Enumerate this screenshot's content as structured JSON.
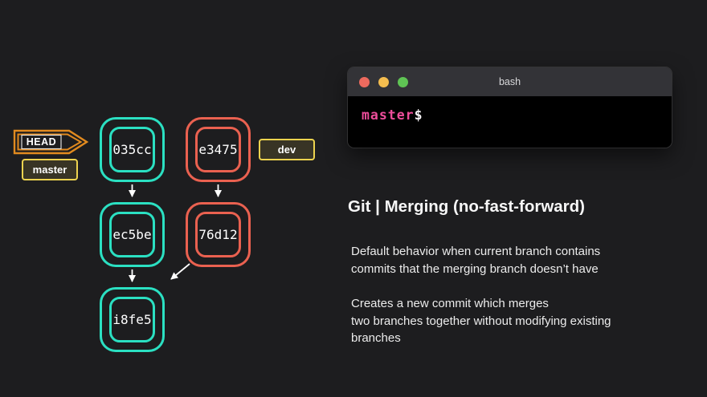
{
  "colors": {
    "bg": "#1d1d1f",
    "teal": "#2be0c2",
    "orange": "#ea6150",
    "yellow": "#edd34f",
    "head-orange": "#e18a1f",
    "arrow": "#ffffff",
    "titlebar": "#333337",
    "terminal-bg": "#000000",
    "dot-red": "#ed6a5e",
    "dot-yellow": "#f4bd4f",
    "dot-green": "#5fc454",
    "prompt-pink": "#ee4d9b"
  },
  "graph": {
    "head_label": "HEAD",
    "branches": {
      "master": "master",
      "dev": "dev"
    },
    "nodes": [
      {
        "label": "035cc",
        "branch": "master"
      },
      {
        "label": "e3475",
        "branch": "dev"
      },
      {
        "label": "ec5be",
        "branch": "master"
      },
      {
        "label": "76d12",
        "branch": "dev"
      },
      {
        "label": "i8fe5",
        "branch": "master"
      }
    ],
    "edges": [
      {
        "from": "035cc",
        "to": "ec5be"
      },
      {
        "from": "e3475",
        "to": "76d12"
      },
      {
        "from": "ec5be",
        "to": "i8fe5"
      },
      {
        "from": "76d12",
        "to": "i8fe5"
      }
    ]
  },
  "terminal": {
    "title": "bash",
    "prompt": {
      "branch": "master",
      "symbol": "$"
    }
  },
  "content": {
    "heading": "Git | Merging (no-fast-forward)",
    "paragraphs": [
      {
        "lines": [
          "Default behavior when current branch contains",
          "commits that the merging branch doesn’t have"
        ]
      },
      {
        "lines": [
          "Creates a new commit which merges",
          "two branches together without modifying existing",
          "branches"
        ]
      }
    ]
  }
}
